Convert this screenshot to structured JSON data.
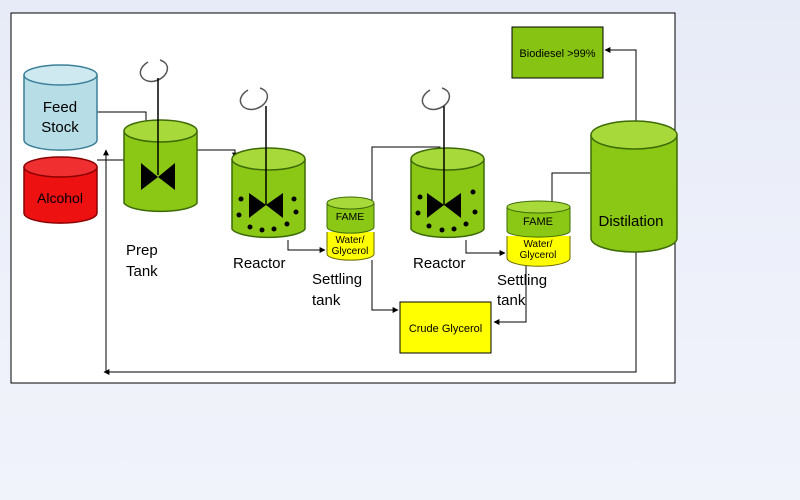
{
  "diagram": {
    "feed_stock": {
      "line1": "Feed",
      "line2": "Stock"
    },
    "alcohol": "Alcohol",
    "prep_tank": {
      "line1": "Prep",
      "line2": "Tank"
    },
    "reactor_1": "Reactor",
    "reactor_2": "Reactor",
    "settling_tank_1": {
      "top": "FAME",
      "bottom_line1": "Water/",
      "bottom_line2": "Glycerol",
      "label_line1": "Settling",
      "label_line2": "tank"
    },
    "settling_tank_2": {
      "top": "FAME",
      "bottom_line1": "Water/",
      "bottom_line2": "Glycerol",
      "label_line1": "Settling",
      "label_line2": "tank"
    },
    "distillation": "Distilation",
    "biodiesel": "Biodiesel >99%",
    "crude_glycerol": "Crude Glycerol"
  },
  "colors": {
    "feed_stock": "#b7dde6",
    "alcohol": "#ee1111",
    "tank_green": "#8bc816",
    "tank_top": "#a7d93b",
    "glycerol_yellow": "#ffff00",
    "box_green": "#86c313",
    "box_yellow": "#ffff00"
  }
}
